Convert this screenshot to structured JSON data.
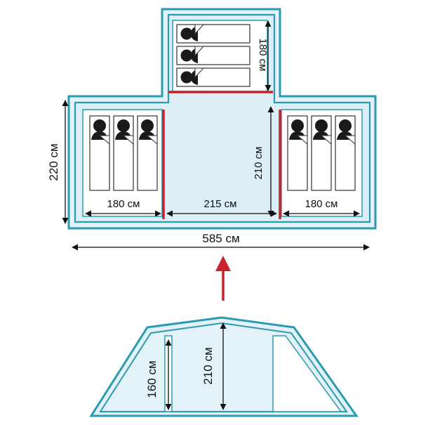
{
  "colors": {
    "outline": "#2a9bb0",
    "fill": "#e3f1f8",
    "wall": "#c8212f",
    "arrow": "#c8212f",
    "dim": "#111111"
  },
  "plan": {
    "top_room_depth": "180 см",
    "left_room_width": "180 см",
    "vestibule_width": "215 см",
    "right_room_width": "180 см",
    "room_depth": "220 см",
    "vestibule_depth": "210 см",
    "total_width": "585 см"
  },
  "elevation": {
    "side_height": "160 см",
    "center_height": "210 см"
  },
  "icons": {
    "sleeper": "sleeping-person-icon",
    "arrow": "arrow-up-icon"
  }
}
